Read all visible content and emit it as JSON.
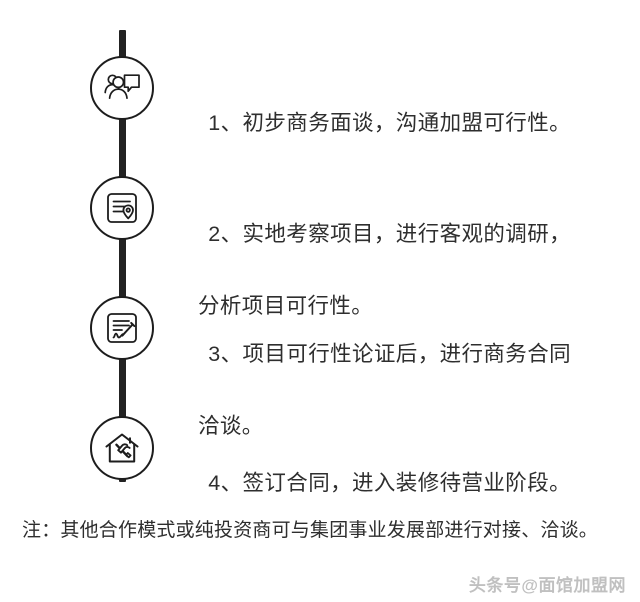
{
  "document": {
    "type": "franchise-process-timeline",
    "background_color": "#ffffff",
    "line_color": "#222222",
    "text_color": "#2e2e2e"
  },
  "steps": [
    {
      "number": "1、",
      "icon": "people-speech-bubble-icon",
      "line1": "1、初步商务面谈，沟通加盟可行性。",
      "line2": ""
    },
    {
      "number": "2、",
      "icon": "document-location-pin-icon",
      "line1": "2、实地考察项目，进行客观的调研，",
      "line2": "分析项目可行性。"
    },
    {
      "number": "3、",
      "icon": "document-signature-pen-icon",
      "line1": "3、项目可行性论证后，进行商务合同",
      "line2": "洽谈。"
    },
    {
      "number": "4、",
      "icon": "house-tools-icon",
      "line1": "4、签订合同，进入装修待营业阶段。",
      "line2": ""
    }
  ],
  "footer": {
    "note": "注：其他合作模式或纯投资商可与集团事业发展部进行对接、洽谈。"
  },
  "watermark": {
    "text": "头条号@面馆加盟网"
  }
}
